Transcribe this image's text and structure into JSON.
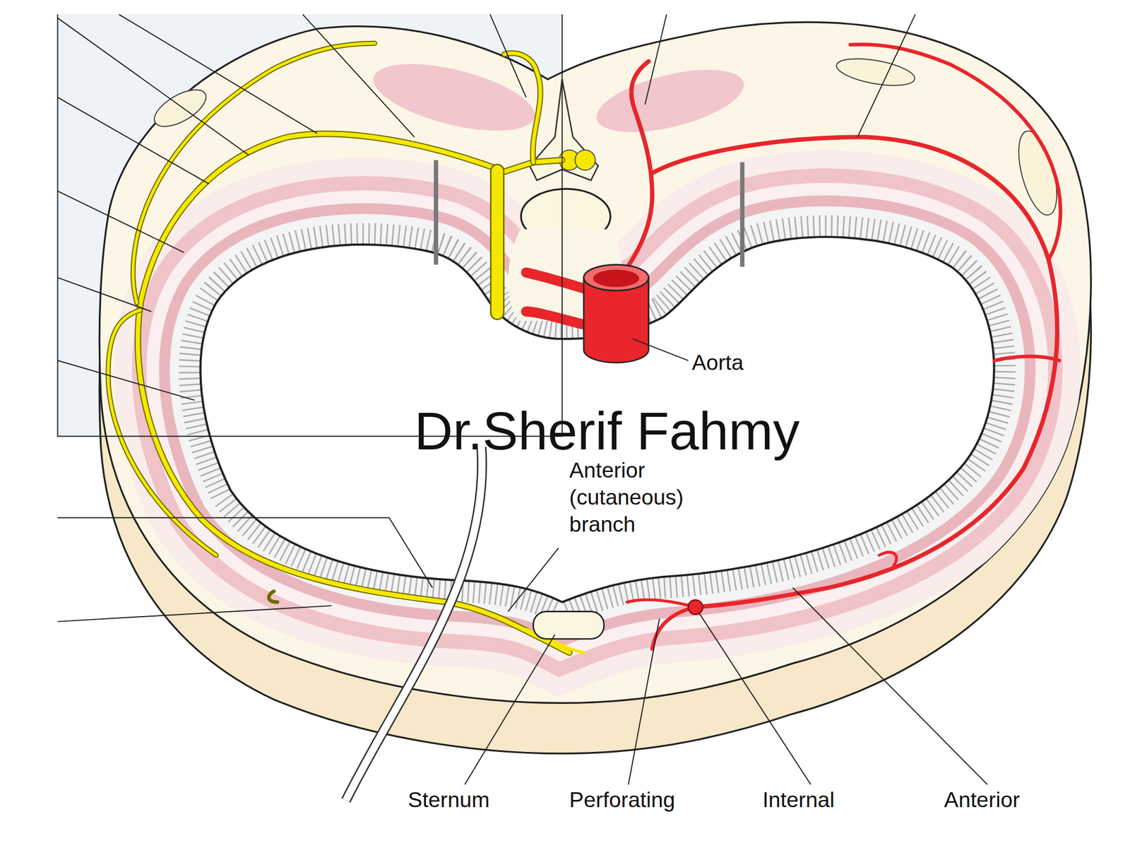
{
  "diagram": {
    "labels": [
      "Aorta",
      "Dr.Sherif Fahmy",
      "Anterior (cutaneous) branch",
      "Sternum",
      "Perforating",
      "Internal",
      "Anterior"
    ]
  }
}
